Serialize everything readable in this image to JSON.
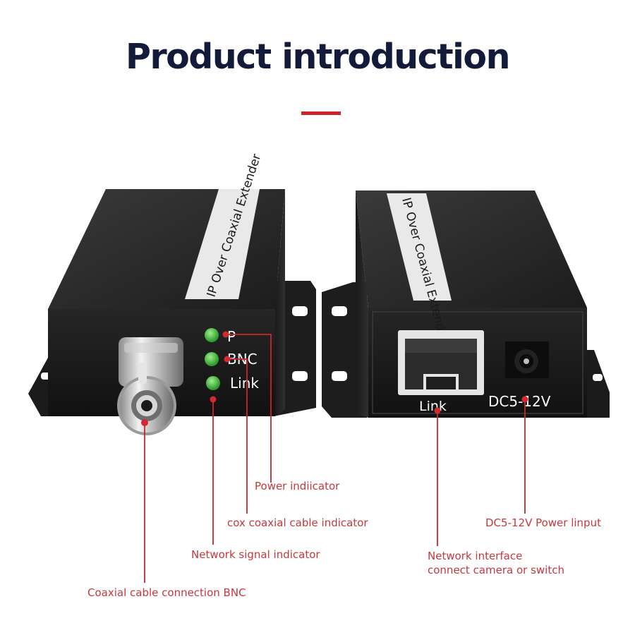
{
  "header": {
    "title": "Product introduction"
  },
  "device_left": {
    "label": "IP Over Coaxial Extender",
    "leds": [
      "P",
      "BNC",
      "Link"
    ]
  },
  "device_right": {
    "label": "IP Over Coaxial Extender",
    "port_label": "Link",
    "power_label": "DC5-12V"
  },
  "callouts": {
    "power_indicator": "Power indiicator",
    "coax_indicator": "cox coaxial cable indicator",
    "network_indicator": "Network signal indicator",
    "bnc_connection": "Coaxial cable connection BNC",
    "power_input": "DC5-12V Power linput",
    "network_interface_1": "Network interface",
    "network_interface_2": "connect camera or switch"
  },
  "colors": {
    "title": "#141a3a",
    "accent": "#c8262c",
    "callout_text": "#c7383d",
    "led": "#3fb53a",
    "device_body": "#2a2a2a"
  }
}
